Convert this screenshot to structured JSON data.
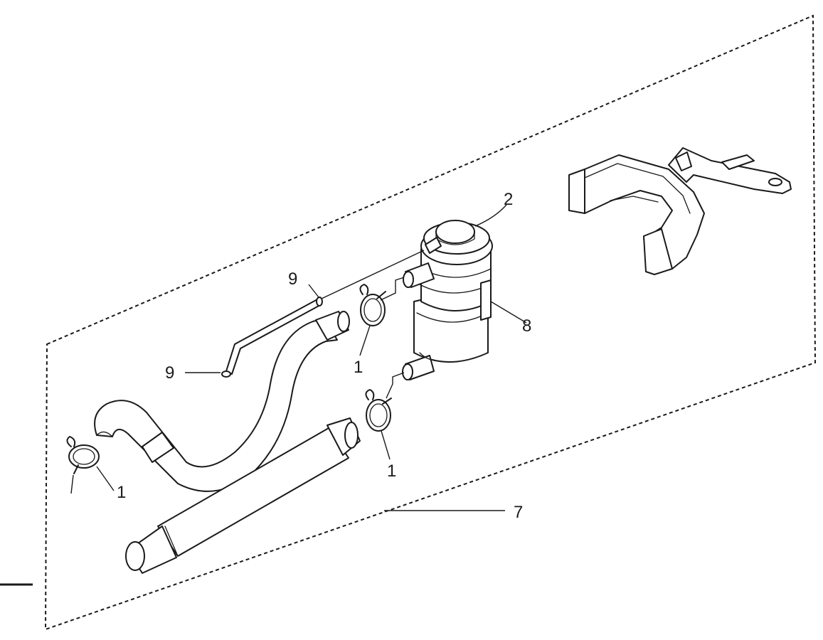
{
  "diagram": {
    "callouts": [
      {
        "id": "c1a",
        "label": "1"
      },
      {
        "id": "c1b",
        "label": "1"
      },
      {
        "id": "c1c",
        "label": "1"
      },
      {
        "id": "c2",
        "label": "2"
      },
      {
        "id": "c7",
        "label": "7"
      },
      {
        "id": "c8",
        "label": "8"
      },
      {
        "id": "c9a",
        "label": "9"
      },
      {
        "id": "c9b",
        "label": "9"
      }
    ]
  },
  "colors": {
    "line": "#1a1a1a",
    "background": "#ffffff"
  }
}
